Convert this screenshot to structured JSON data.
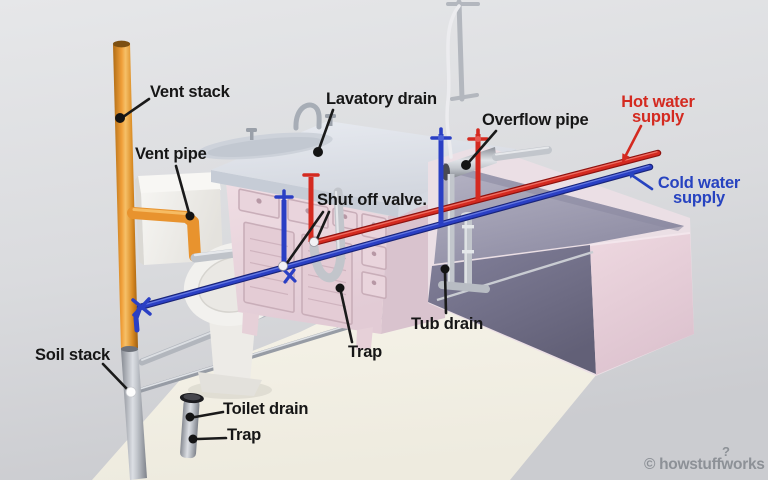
{
  "labels": {
    "vent_stack": "Vent stack",
    "vent_pipe": "Vent pipe",
    "lavatory_drain": "Lavatory drain",
    "shut_off_valve": "Shut off valve.",
    "overflow_pipe": "Overflow pipe",
    "hot_water_line1": "Hot water",
    "hot_water_line2": "supply",
    "cold_water_line1": "Cold water",
    "cold_water_line2": "supply",
    "tub_drain": "Tub drain",
    "sink_trap": "Trap",
    "soil_stack": "Soil stack",
    "toilet_drain": "Toilet drain",
    "toilet_trap": "Trap"
  },
  "watermark": {
    "text": "© howstuffworks",
    "mark": "?"
  },
  "colors": {
    "hot_water_red": "#d42a20",
    "cold_water_blue": "#2743c0",
    "vent_orange": "#e8932e",
    "drain_silver": "#c2c6cc",
    "label_text": "#161616",
    "watermark_gray": "#8d9197",
    "wall_gray": "#d8d9db",
    "floor_cream": "#f3f0e5",
    "tub_pink": "#e6cdd7",
    "vanity_pink": "#ecd9df"
  }
}
